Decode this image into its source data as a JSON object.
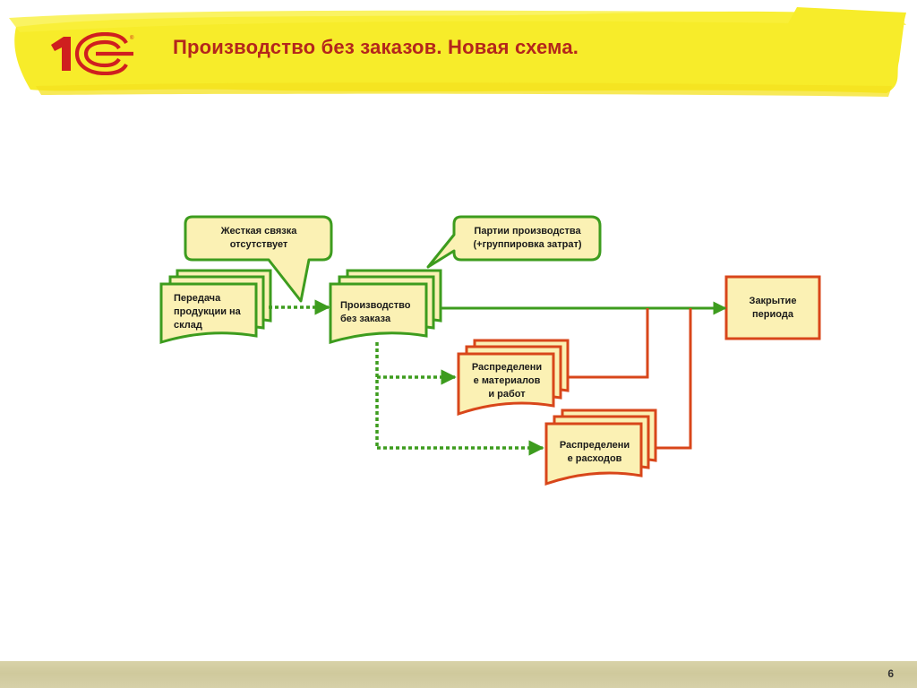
{
  "slide": {
    "title": "Производство без заказов. Новая схема.",
    "page_number": "6",
    "logo_text": "1С",
    "colors": {
      "banner_yellow": "#f7ec2a",
      "title_red": "#b4261c",
      "green_border": "#3d9c1e",
      "red_border": "#d8461a",
      "node_fill": "#fbf1b4"
    }
  },
  "diagram": {
    "nodes": {
      "transfer": {
        "label": "Передача\nпродукции на\nсклад"
      },
      "production": {
        "label": "Производство\nбез заказа"
      },
      "materials": {
        "label": "Распределени\nе материалов\nи работ"
      },
      "expenses": {
        "label": "Распределени\nе расходов"
      },
      "closing": {
        "label": "Закрытие\nпериода"
      }
    },
    "callouts": {
      "no_link": {
        "label": "Жесткая связка\nотсутствует"
      },
      "batches": {
        "label": "Партии производства\n(+группировка затрат)"
      }
    }
  }
}
